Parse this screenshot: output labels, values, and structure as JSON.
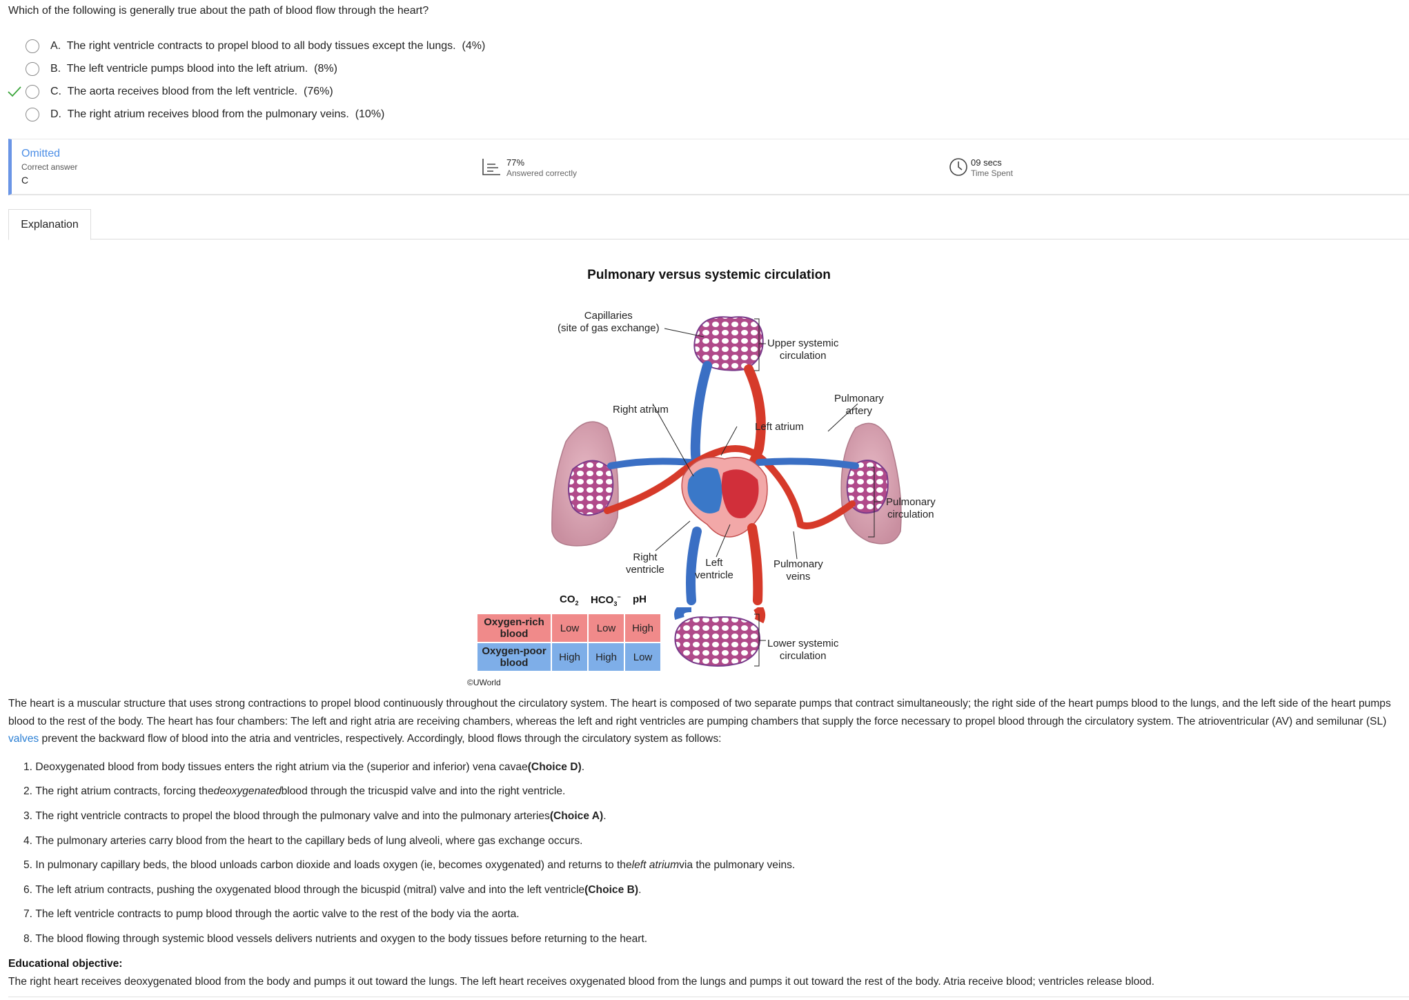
{
  "question": "Which of the following is generally true about the path of blood flow through the heart?",
  "options": [
    {
      "letter": "A.",
      "text": "The right ventricle contracts to propel blood to all body tissues except the lungs.",
      "pct": "(4%)",
      "correct": false
    },
    {
      "letter": "B.",
      "text": "The left ventricle pumps blood into the left atrium.",
      "pct": "(8%)",
      "correct": false
    },
    {
      "letter": "C.",
      "text": "The aorta receives blood from the left ventricle.",
      "pct": "(76%)",
      "correct": true
    },
    {
      "letter": "D.",
      "text": "The right atrium receives blood from the pulmonary veins.",
      "pct": "(10%)",
      "correct": false
    }
  ],
  "stats": {
    "status": "Omitted",
    "correct_answer_label": "Correct answer",
    "correct_answer": "C",
    "percent_correct": "77%",
    "percent_label": "Answered correctly",
    "time": "09 secs",
    "time_label": "Time Spent",
    "icon_chart": "bar-chart-icon",
    "icon_clock": "clock-icon"
  },
  "tabs": [
    "Explanation"
  ],
  "figure": {
    "title": "Pulmonary versus systemic circulation",
    "labels": {
      "capillaries": "Capillaries",
      "capillaries_sub": "(site of gas exchange)",
      "upper_systemic": "Upper systemic",
      "upper_systemic_sub": "circulation",
      "right_atrium": "Right atrium",
      "left_atrium": "Left atrium",
      "pulmonary_artery": "Pulmonary",
      "pulmonary_artery_sub": "artery",
      "pulmonary_circulation": "Pulmonary",
      "pulmonary_circulation_sub": "circulation",
      "right_ventricle": "Right",
      "right_ventricle_sub": "ventricle",
      "left_ventricle": "Left",
      "left_ventricle_sub": "ventricle",
      "pulmonary_veins": "Pulmonary",
      "pulmonary_veins_sub": "veins",
      "lower_systemic": "Lower systemic",
      "lower_systemic_sub": "circulation"
    },
    "table": {
      "headers": [
        "CO",
        "HCO",
        "pH"
      ],
      "header_subs": [
        "2",
        "3",
        "−"
      ],
      "rows": [
        {
          "label": "Oxygen-rich",
          "label_sub": "blood",
          "values": [
            "Low",
            "Low",
            "High"
          ],
          "color": "#f08a8a"
        },
        {
          "label": "Oxygen-poor",
          "label_sub": "blood",
          "values": [
            "High",
            "High",
            "Low"
          ],
          "color": "#7eaee8"
        }
      ]
    },
    "copyright": "©UWorld"
  },
  "explanation": {
    "para1a": "The heart is a muscular structure that uses strong contractions to propel blood continuously throughout the circulatory system.  The heart is composed of two separate pumps that contract simultaneously; the right side of the heart pumps blood to the lungs, and the left side of the heart pumps blood to the rest of the body.  The heart has four chambers:  The left and right atria are receiving chambers, whereas the left and right ventricles are pumping chambers that supply the force necessary to propel blood through the circulatory system.  The atrioventricular (AV) and semilunar (SL) ",
    "link": "valves",
    "para1b": " prevent the backward flow of blood into the atria and ventricles, respectively.  Accordingly, blood flows through the circulatory system as follows:",
    "steps": [
      {
        "n": "1.",
        "pre": "Deoxygenated blood from body tissues enters the right atrium via the (superior and inferior) vena cavae ",
        "bold": "(Choice D)",
        "post": "."
      },
      {
        "n": "2.",
        "pre": "The right atrium contracts, forcing the ",
        "italic": "deoxygenated",
        "post2": " blood through the tricuspid valve and into the right ventricle."
      },
      {
        "n": "3.",
        "pre": "The right ventricle contracts to propel the blood through the pulmonary valve and into the pulmonary arteries ",
        "bold": "(Choice A)",
        "post": "."
      },
      {
        "n": "4.",
        "pre": "The pulmonary arteries carry blood from the heart to the capillary beds of lung alveoli, where gas exchange occurs."
      },
      {
        "n": "5.",
        "pre": "In pulmonary capillary beds, the blood unloads carbon dioxide and loads oxygen (ie, becomes oxygenated) and returns to the ",
        "italic": "left atrium",
        "post2": " via the pulmonary veins."
      },
      {
        "n": "6.",
        "pre": "The left atrium contracts, pushing the oxygenated blood through the bicuspid (mitral) valve and into the left ventricle ",
        "bold": "(Choice B)",
        "post": "."
      },
      {
        "n": "7.",
        "pre": "The left ventricle contracts to pump blood through the aortic valve to the rest of the body via the aorta."
      },
      {
        "n": "8.",
        "pre": "The blood flowing through systemic blood vessels delivers nutrients and oxygen to the body tissues before returning to the heart."
      }
    ],
    "objective_heading": "Educational objective:",
    "objective_text": "The right heart receives deoxygenated blood from the body and pumps it out toward the lungs.  The left heart receives oxygenated blood from the lungs and pumps it out toward the rest of the body.  Atria receive blood; ventricles release blood."
  }
}
